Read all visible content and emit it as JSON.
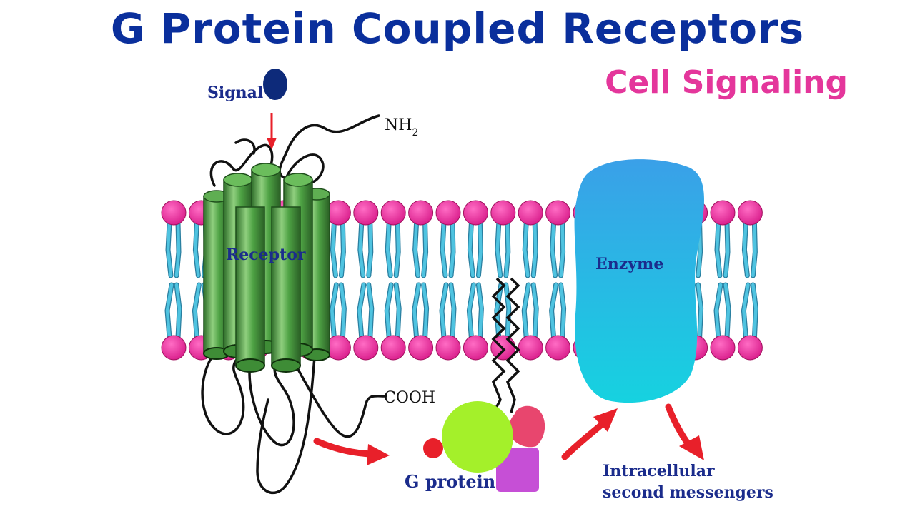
{
  "title": "G Protein Coupled Receptors",
  "subtitle": "Cell Signaling",
  "labels": {
    "signal": "Signal",
    "nh2_main": "NH",
    "nh2_sub": "2",
    "receptor": "Receptor",
    "cooh": "COOH",
    "enzyme": "Enzyme",
    "g_protein": "G protein",
    "messengers_line1": "Intracellular",
    "messengers_line2": "second messengers"
  },
  "colors": {
    "title": "#0a2f9c",
    "subtitle": "#e4369b",
    "phospholipid_head": "#e8299a",
    "phospholipid_tail": "#4fc3e0",
    "receptor": "#3f9a3a",
    "enzyme": "#2fb9e6",
    "signal": "#0d2a7a",
    "arrow": "#e8202a",
    "g_alpha": "#a4f02a",
    "g_beta": "#e8466e",
    "g_gamma": "#c64fd6",
    "gdp": "#e8202a"
  }
}
